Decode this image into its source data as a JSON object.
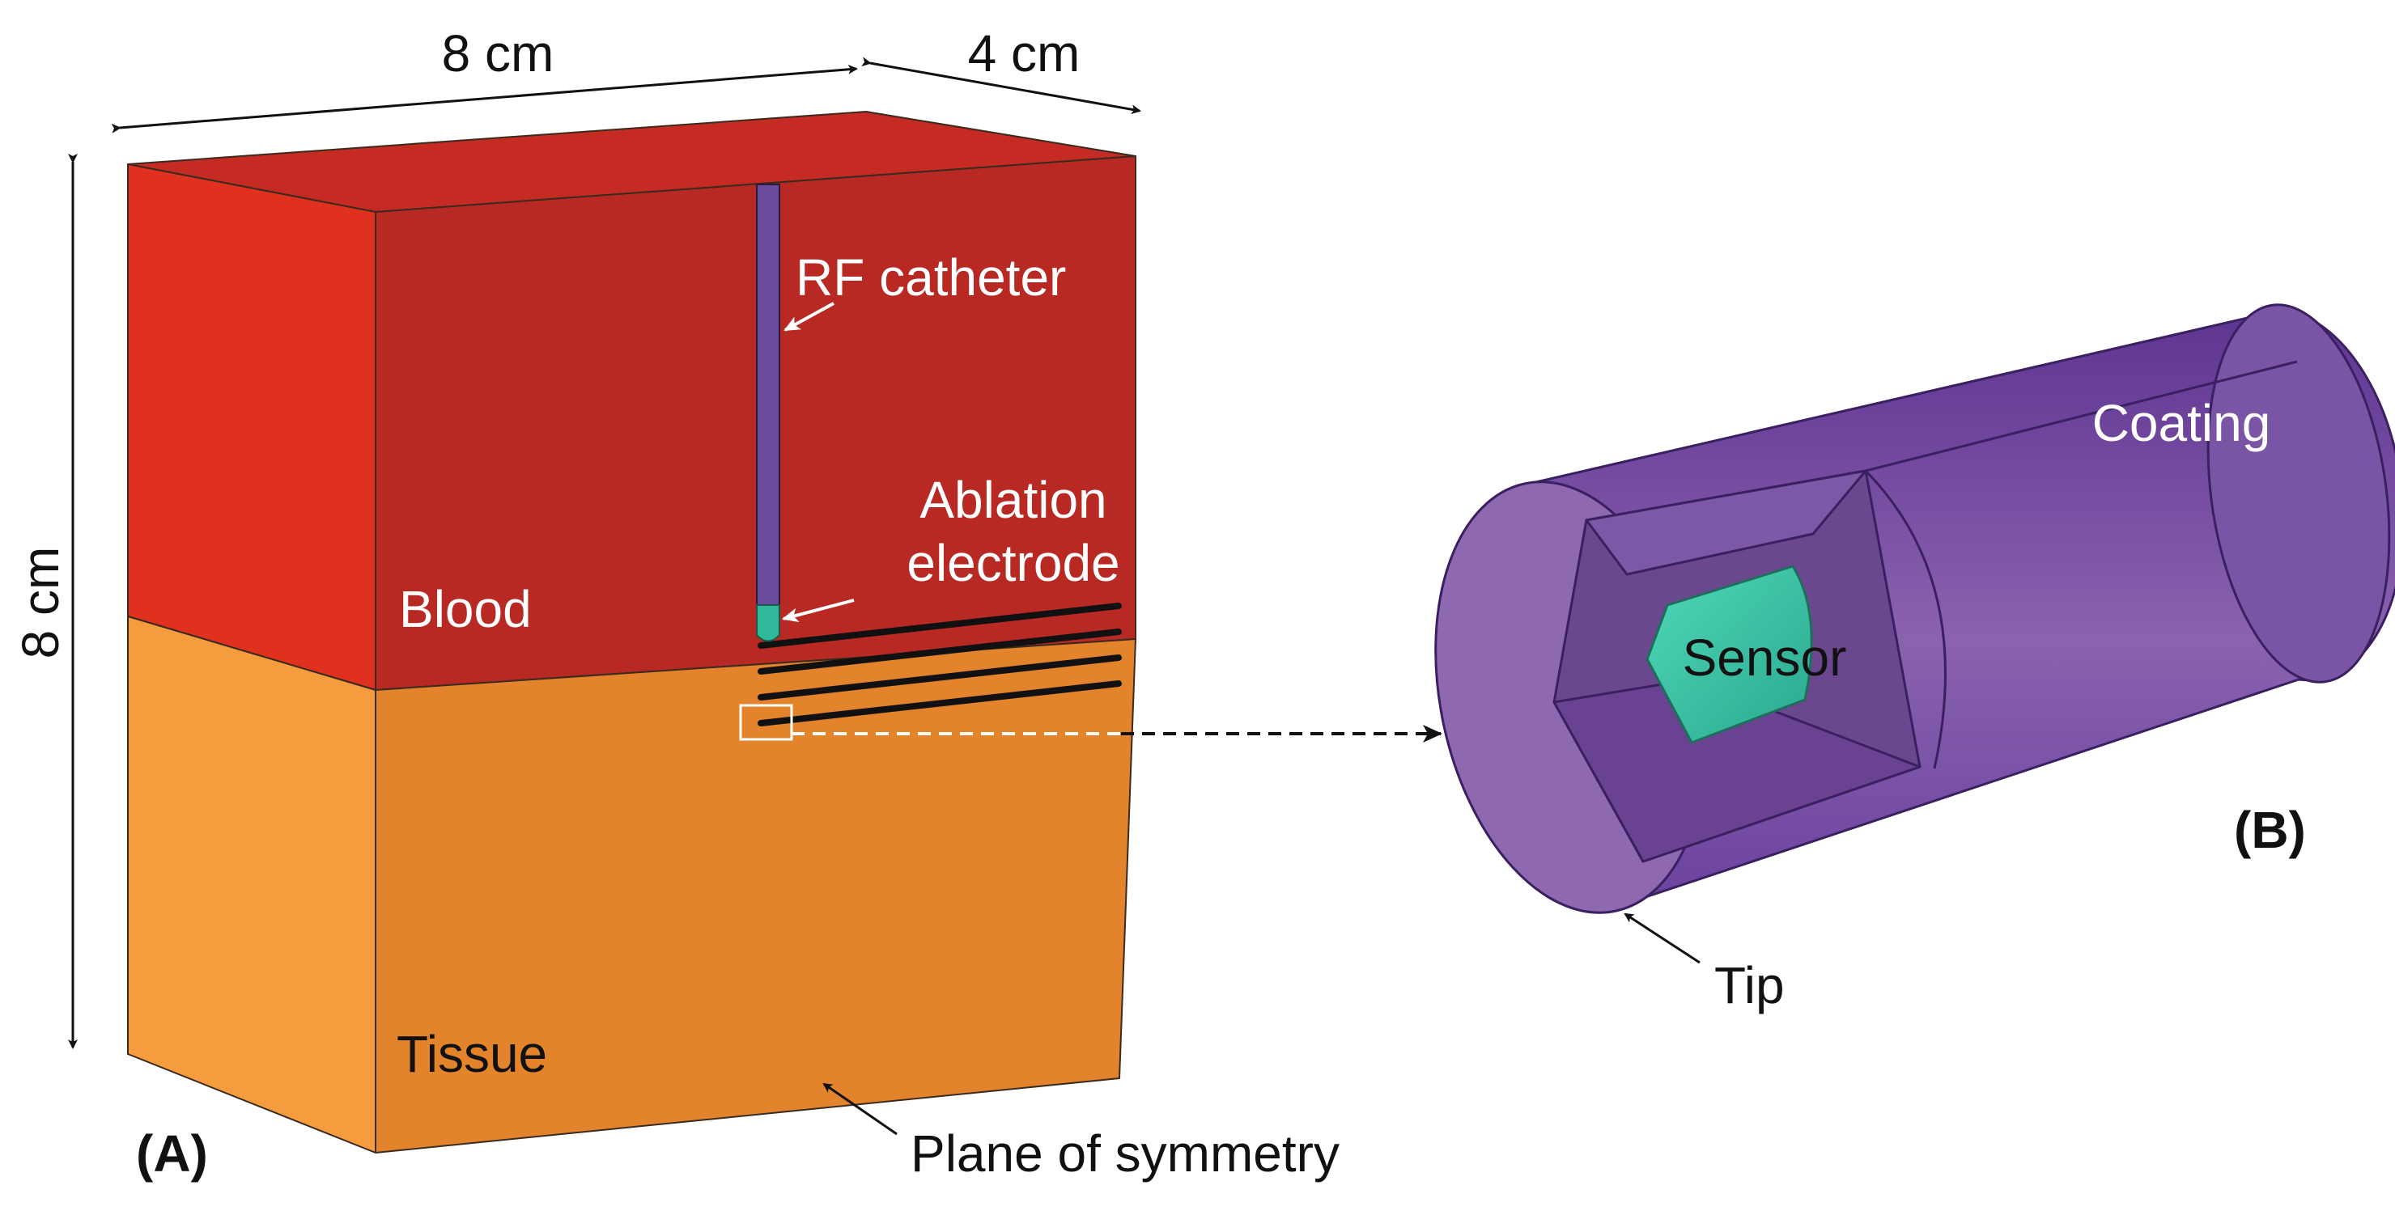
{
  "dimensions": {
    "width_top": "8 cm",
    "depth_top": "4 cm",
    "height_left": "8 cm"
  },
  "panel_a": {
    "label": "(A)",
    "blood": "Blood",
    "tissue": "Tissue",
    "rf_catheter": "RF catheter",
    "ablation_line1": "Ablation",
    "ablation_line2": "electrode",
    "plane_of_symmetry": "Plane of symmetry"
  },
  "panel_b": {
    "label": "(B)",
    "sensor": "Sensor",
    "coating": "Coating",
    "tip": "Tip"
  },
  "colors": {
    "blood_front": "#b82824",
    "blood_side": "#e0301e",
    "blood_top": "#c42a22",
    "tissue_front": "#e3832b",
    "tissue_side": "#f59a3a",
    "catheter": "#6a4a9c",
    "electrode": "#2fb89a",
    "cylinder_body": "#7c58a6",
    "cylinder_end": "#8e68b0",
    "cylinder_cut": "#6b4790",
    "sensor": "#3cc8a8"
  }
}
